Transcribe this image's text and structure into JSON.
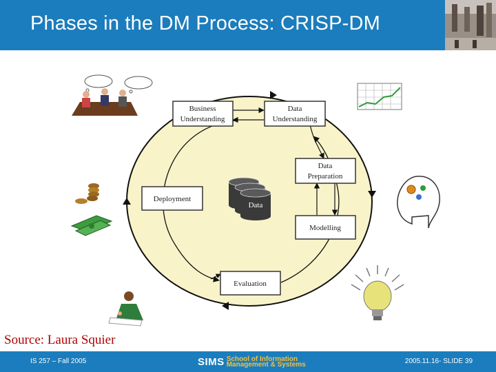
{
  "slide": {
    "title": "Phases in the DM Process: CRISP-DM",
    "source": "Source: Laura Squier"
  },
  "diagram": {
    "phases": {
      "business": [
        "Business",
        "Understanding"
      ],
      "data_understanding": [
        "Data",
        "Understanding"
      ],
      "preparation": [
        "Data",
        "Preparation"
      ],
      "deployment": [
        "Deployment"
      ],
      "modelling": [
        "Modelling"
      ],
      "evaluation": [
        "Evaluation"
      ]
    },
    "center": "Data"
  },
  "footer": {
    "course": "IS 257 – Fall 2005",
    "logo_main": "SIMS",
    "logo_line1": "School of Information",
    "logo_line2": "Management & Systems",
    "slide_id": "2005.11.16- SLIDE 39"
  },
  "colors": {
    "header_blue": "#1b7dbd",
    "ellipse_fill": "#f8f3c9",
    "source_red": "#b00000"
  }
}
